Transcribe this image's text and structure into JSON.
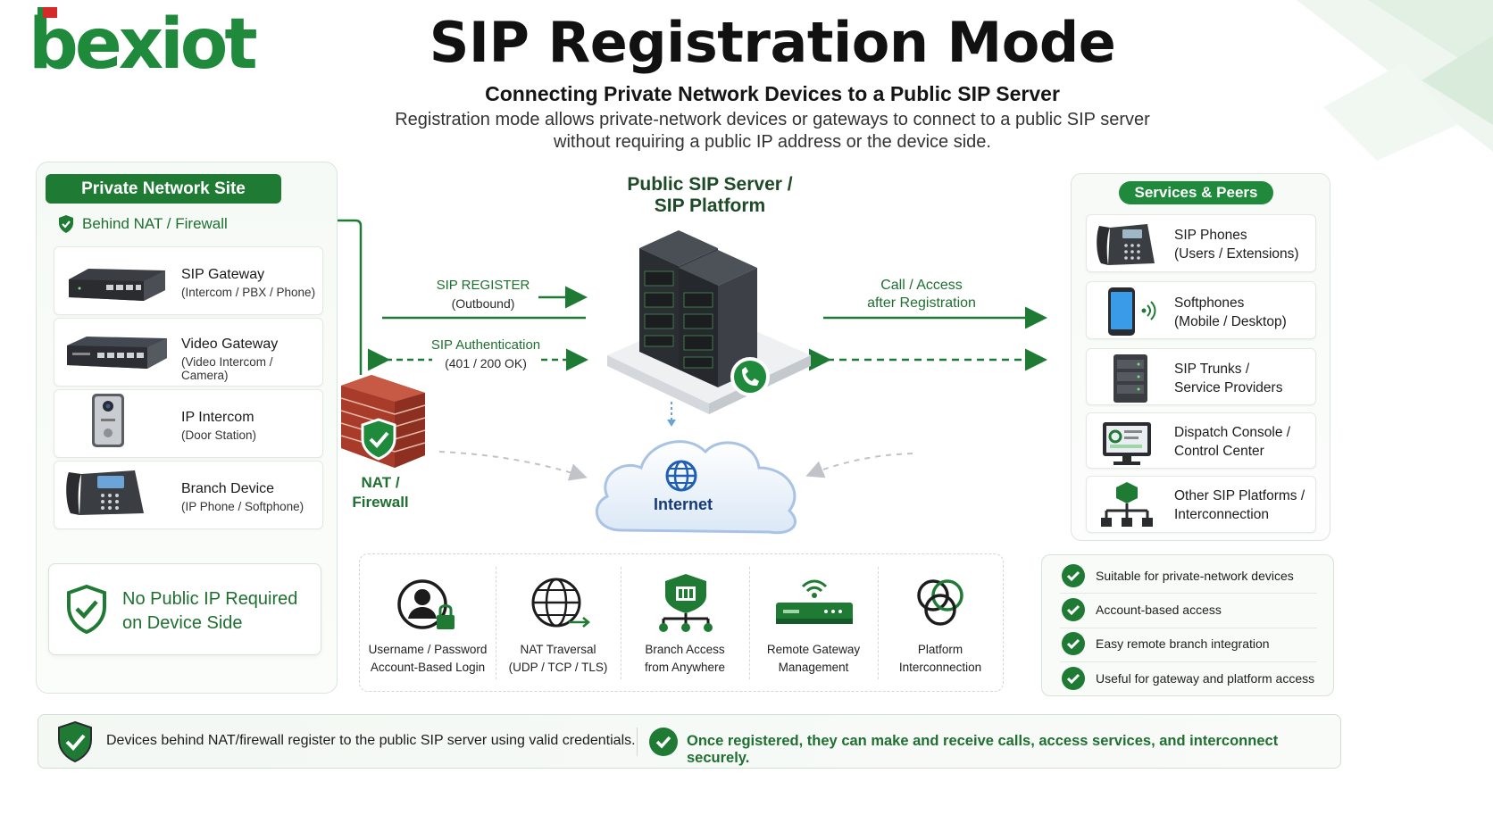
{
  "brand": {
    "logo_text": "bexiot"
  },
  "header": {
    "title": "SIP Registration Mode",
    "subtitle": "Connecting Private Network Devices to a Public SIP Server",
    "description_line1": "Registration mode allows private-network devices or gateways to connect to a public SIP server",
    "description_line2": "without requiring a public IP address or  the device side."
  },
  "private_site": {
    "title": "Private Network Site",
    "nat_label": "Behind NAT / Firewall",
    "devices": [
      {
        "name": "SIP Gateway",
        "sub": "(Intercom / PBX / Phone)"
      },
      {
        "name": "Video Gateway",
        "sub": "(Video Intercom / Camera)"
      },
      {
        "name": "IP Intercom",
        "sub": "(Door Station)"
      },
      {
        "name": "Branch Device",
        "sub": "(IP Phone / Softphone)"
      }
    ],
    "no_public_ip_line1": "No Public IP Required",
    "no_public_ip_line2": "on Device Side"
  },
  "firewall": {
    "label_line1": "NAT /",
    "label_line2": "Firewall"
  },
  "server": {
    "title_line1": "Public SIP Server /",
    "title_line2": "SIP Platform"
  },
  "flows": {
    "register_line1": "SIP REGISTER",
    "register_line2": "(Outbound)",
    "auth_line1": "SIP Authentication",
    "auth_line2": "(401 / 200 OK)",
    "call_line1": "Call / Access",
    "call_line2": "after Registration"
  },
  "internet": {
    "label": "Internet"
  },
  "features": [
    {
      "line1": "Username / Password",
      "line2": "Account-Based Login"
    },
    {
      "line1": "NAT Traversal",
      "line2": "(UDP / TCP / TLS)"
    },
    {
      "line1": "Branch Access",
      "line2": "from Anywhere"
    },
    {
      "line1": "Remote Gateway",
      "line2": "Management"
    },
    {
      "line1": "Platform",
      "line2": "Interconnection"
    }
  ],
  "services": {
    "title": "Services & Peers",
    "items": [
      {
        "line1": "SIP Phones",
        "line2": "(Users / Extensions)"
      },
      {
        "line1": "Softphones",
        "line2": "(Mobile / Desktop)"
      },
      {
        "line1": "SIP Trunks /",
        "line2": "Service Providers"
      },
      {
        "line1": "Dispatch Console /",
        "line2": "Control Center"
      },
      {
        "line1": "Other SIP Platforms /",
        "line2": "Interconnection"
      }
    ]
  },
  "benefits": [
    "Suitable for private-network devices",
    "Account-based access",
    "Easy remote branch integration",
    "Useful for gateway and platform access"
  ],
  "footer": {
    "left": "Devices behind NAT/firewall register to the public SIP server using valid credentials.",
    "right": "Once registered, they can make and receive calls, access services, and interconnect securely."
  },
  "colors": {
    "brand_green": "#1f8a3b",
    "dark_green": "#1f7a34",
    "internet_blue": "#1f5fb4",
    "firewall_red": "#b5432f"
  }
}
